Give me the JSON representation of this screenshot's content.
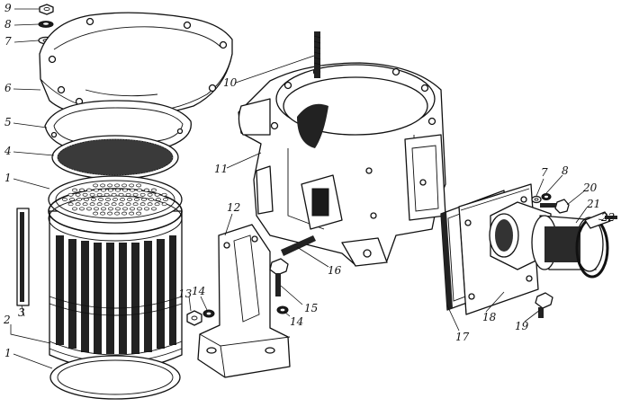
{
  "callouts": [
    {
      "id": "c9",
      "text": "9"
    },
    {
      "id": "c8a",
      "text": "8"
    },
    {
      "id": "c7a",
      "text": "7"
    },
    {
      "id": "c6",
      "text": "6"
    },
    {
      "id": "c5",
      "text": "5"
    },
    {
      "id": "c4",
      "text": "4"
    },
    {
      "id": "c1a",
      "text": "1"
    },
    {
      "id": "c3",
      "text": "3"
    },
    {
      "id": "c2",
      "text": "2"
    },
    {
      "id": "c1b",
      "text": "1"
    },
    {
      "id": "c10",
      "text": "10"
    },
    {
      "id": "c11",
      "text": "11"
    },
    {
      "id": "c12",
      "text": "12"
    },
    {
      "id": "c13",
      "text": "13"
    },
    {
      "id": "c14a",
      "text": "14"
    },
    {
      "id": "c14b",
      "text": "14"
    },
    {
      "id": "c15",
      "text": "15"
    },
    {
      "id": "c16",
      "text": "16"
    },
    {
      "id": "c17",
      "text": "17"
    },
    {
      "id": "c18",
      "text": "18"
    },
    {
      "id": "c19",
      "text": "19"
    },
    {
      "id": "c7b",
      "text": "7"
    },
    {
      "id": "c8b",
      "text": "8"
    },
    {
      "id": "c20",
      "text": "20"
    },
    {
      "id": "c21",
      "text": "21"
    },
    {
      "id": "c22",
      "text": "22"
    }
  ]
}
